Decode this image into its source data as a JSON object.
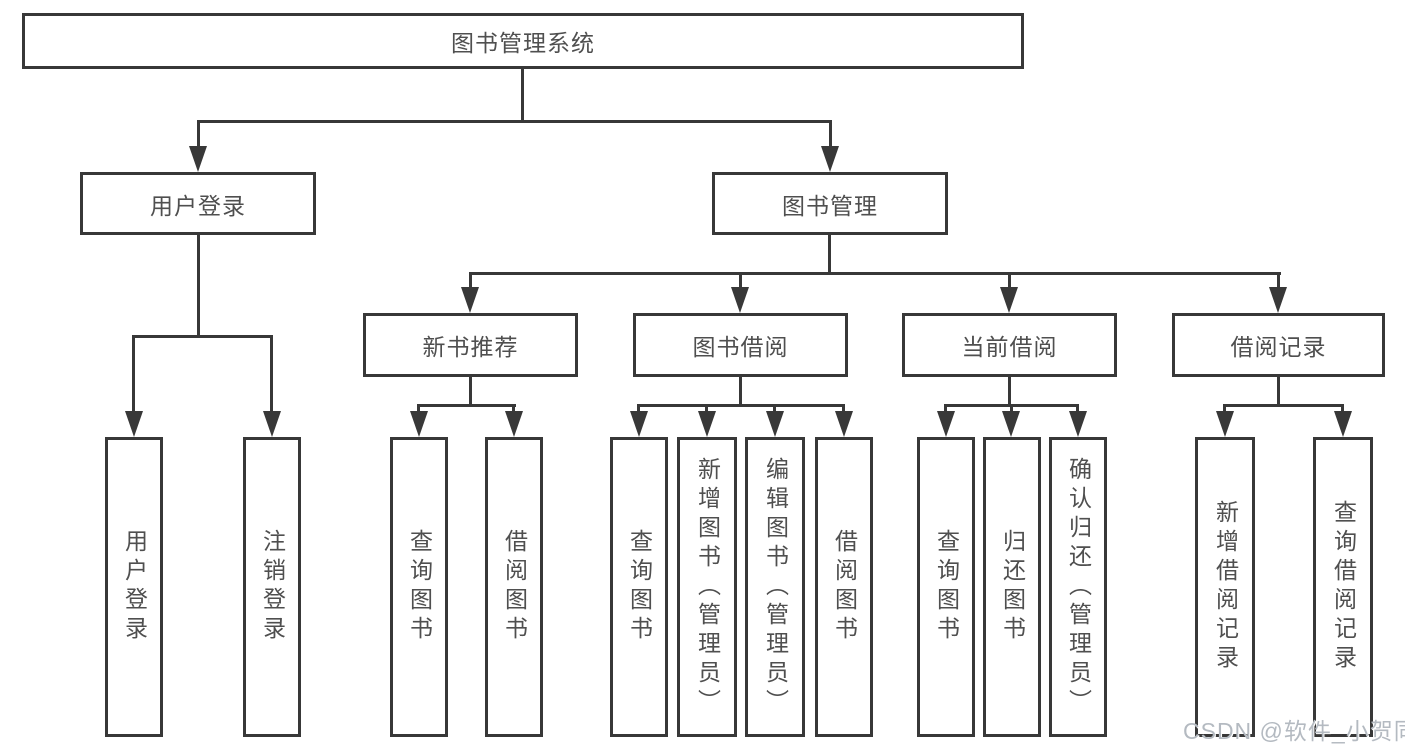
{
  "tree": {
    "root": {
      "label": "图书管理系统"
    },
    "branches": [
      {
        "label": "用户登录",
        "children": [
          {
            "label": "用户登录"
          },
          {
            "label": "注销登录"
          }
        ]
      },
      {
        "label": "图书管理",
        "groups": [
          {
            "label": "新书推荐",
            "children": [
              {
                "label": "查询图书"
              },
              {
                "label": "借阅图书"
              }
            ]
          },
          {
            "label": "图书借阅",
            "children": [
              {
                "label": "查询图书"
              },
              {
                "label": "新增图书（管理员）"
              },
              {
                "label": "编辑图书（管理员）"
              },
              {
                "label": "借阅图书"
              }
            ]
          },
          {
            "label": "当前借阅",
            "children": [
              {
                "label": "查询图书"
              },
              {
                "label": "归还图书"
              },
              {
                "label": "确认归还（管理员）"
              }
            ]
          },
          {
            "label": "借阅记录",
            "children": [
              {
                "label": "新增借阅记录"
              },
              {
                "label": "查询借阅记录"
              }
            ]
          }
        ]
      }
    ]
  },
  "watermark": "CSDN @软件_小贺同学",
  "colors": {
    "line": "#383838",
    "text": "#4f4f4f",
    "box_fill": "#ffffff",
    "watermark": "#b4bac1"
  }
}
